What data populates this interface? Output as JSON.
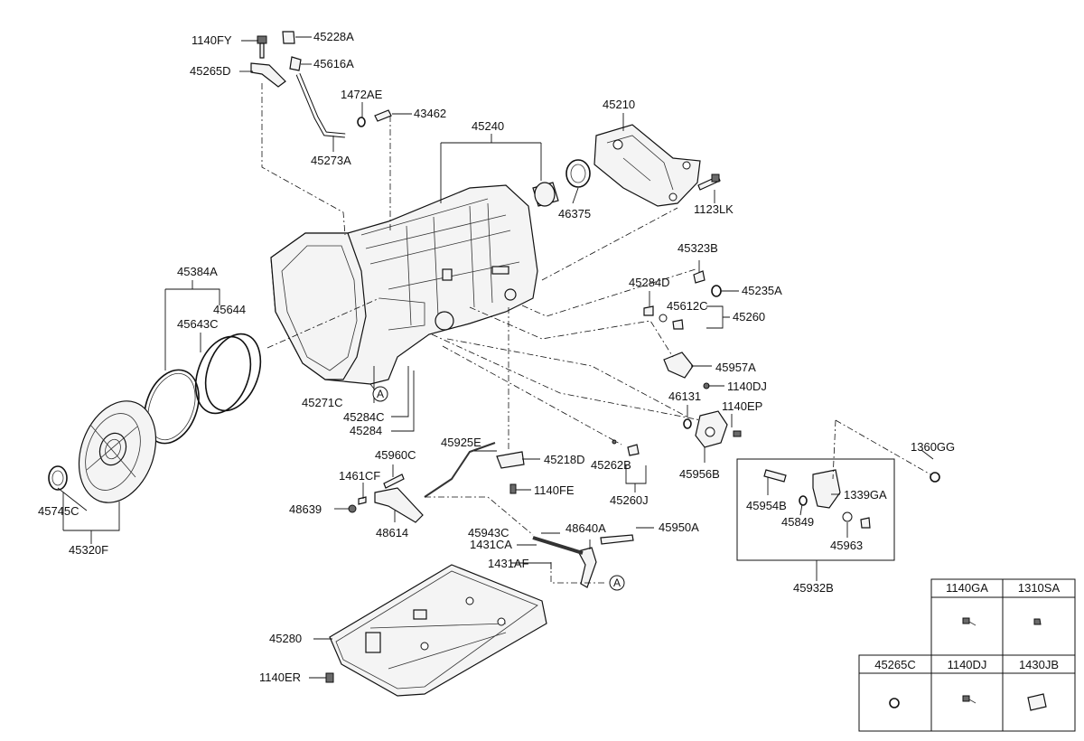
{
  "callouts": [
    {
      "text": "1140FY"
    },
    {
      "text": "45228A"
    },
    {
      "text": "45265D"
    },
    {
      "text": "45616A"
    },
    {
      "text": "1472AE"
    },
    {
      "text": "43462"
    },
    {
      "text": "45273A"
    },
    {
      "text": "45240"
    },
    {
      "text": "45210"
    },
    {
      "text": "46375"
    },
    {
      "text": "1123LK"
    },
    {
      "text": "45323B"
    },
    {
      "text": "45235A"
    },
    {
      "text": "45284D"
    },
    {
      "text": "45612C"
    },
    {
      "text": "45260"
    },
    {
      "text": "45384A"
    },
    {
      "text": "45644"
    },
    {
      "text": "45643C"
    },
    {
      "text": "45957A"
    },
    {
      "text": "1140DJ"
    },
    {
      "text": "46131"
    },
    {
      "text": "1140EP"
    },
    {
      "text": "45271C"
    },
    {
      "text": "45284C"
    },
    {
      "text": "45284"
    },
    {
      "text": "1360GG"
    },
    {
      "text": "45956B"
    },
    {
      "text": "45925E"
    },
    {
      "text": "45960C"
    },
    {
      "text": "45218D"
    },
    {
      "text": "45262B"
    },
    {
      "text": "1461CF"
    },
    {
      "text": "1140FE"
    },
    {
      "text": "45260J"
    },
    {
      "text": "45954B"
    },
    {
      "text": "1339GA"
    },
    {
      "text": "45849"
    },
    {
      "text": "48639"
    },
    {
      "text": "48614"
    },
    {
      "text": "45963"
    },
    {
      "text": "45745C"
    },
    {
      "text": "45943C"
    },
    {
      "text": "48640A"
    },
    {
      "text": "45950A"
    },
    {
      "text": "1431CA"
    },
    {
      "text": "1431AF"
    },
    {
      "text": "45320F"
    },
    {
      "text": "45932B"
    },
    {
      "text": "45280"
    },
    {
      "text": "1140ER"
    }
  ],
  "ref_markers": [
    {
      "letter": "A"
    },
    {
      "letter": "A"
    }
  ],
  "parts_table": {
    "row1": [
      {
        "code": "1140GA"
      },
      {
        "code": "1310SA"
      }
    ],
    "row2": [
      {
        "code": "45265C"
      },
      {
        "code": "1140DJ"
      },
      {
        "code": "1430JB"
      }
    ]
  }
}
